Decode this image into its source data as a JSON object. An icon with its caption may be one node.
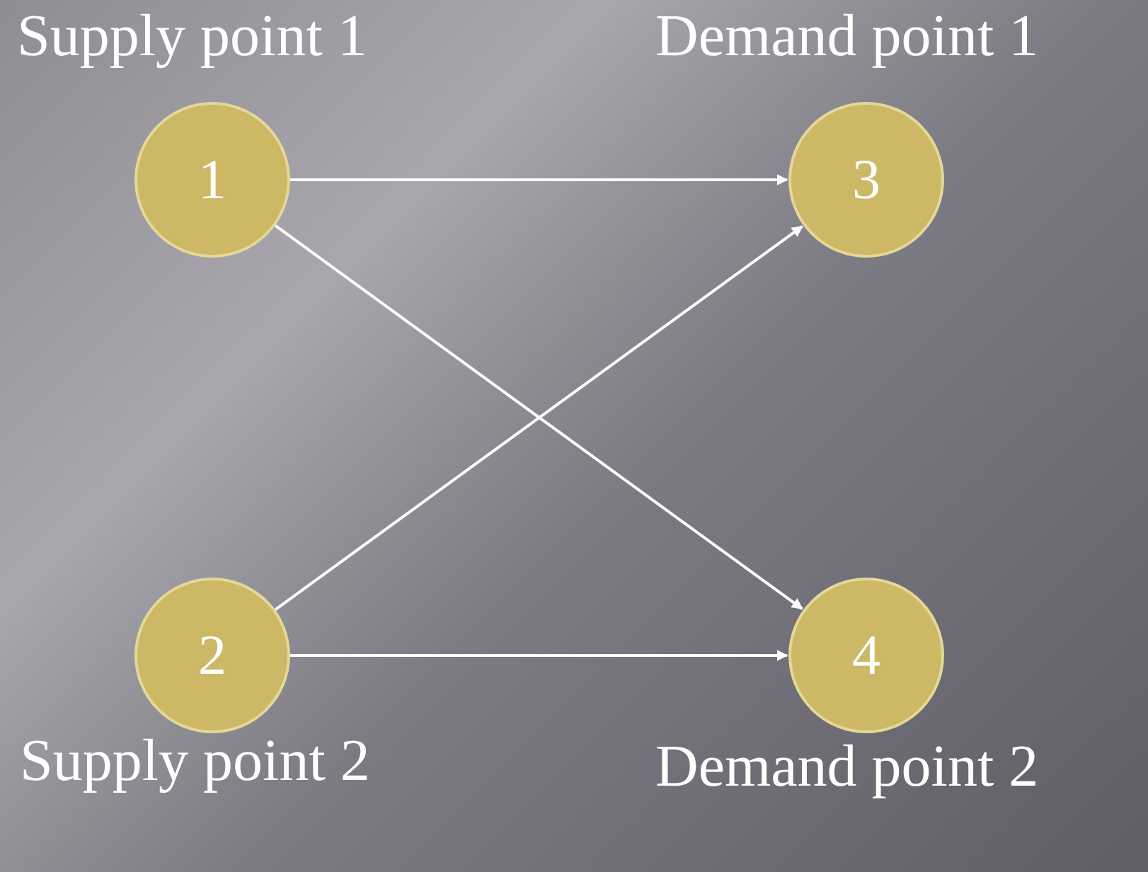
{
  "diagram": {
    "nodes": [
      {
        "text": [
          "1"
        ],
        "beside": [
          "Supply point 1"
        ]
      },
      {
        "text": [
          "2"
        ],
        "beside": [
          "Supply point 2"
        ]
      },
      {
        "text": [
          "3"
        ],
        "beside": [
          "Demand point 1"
        ]
      },
      {
        "text": [
          "4"
        ],
        "beside": [
          "Demand point 2"
        ]
      }
    ],
    "edges": [
      {
        "from": 0,
        "to": 2,
        "arrow": "to"
      },
      {
        "from": 0,
        "to": 3,
        "arrow": "to"
      },
      {
        "from": 1,
        "to": 2,
        "arrow": "to"
      },
      {
        "from": 1,
        "to": 3,
        "arrow": "to"
      }
    ]
  }
}
